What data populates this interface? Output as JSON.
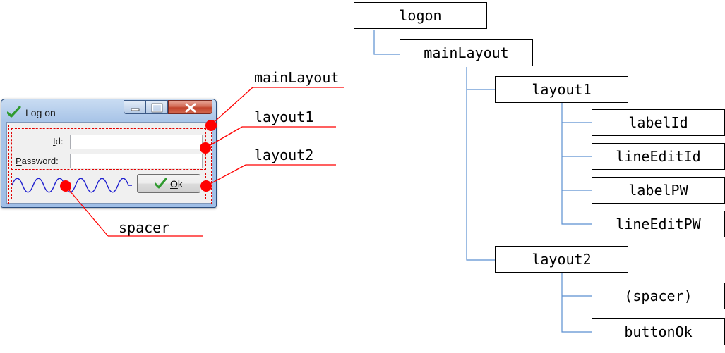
{
  "window": {
    "title": "Log on",
    "label_id": "Id:",
    "label_id_underline": "I",
    "label_id_rest": "d:",
    "label_pw": "Password:",
    "label_pw_underline": "P",
    "label_pw_rest": "assword:",
    "ok_label": "Ok",
    "ok_underline": "O",
    "ok_rest": "k"
  },
  "annotations": {
    "mainLayout": "mainLayout",
    "layout1": "layout1",
    "layout2": "layout2",
    "spacer": "spacer"
  },
  "tree": {
    "logon": "logon",
    "mainLayout": "mainLayout",
    "layout1": "layout1",
    "labelId": "labelId",
    "lineEditId": "lineEditId",
    "labelPW": "labelPW",
    "lineEditPW": "lineEditPW",
    "layout2": "layout2",
    "spacer": "(spacer)",
    "buttonOk": "buttonOk"
  },
  "colors": {
    "annotation": "#ff0000",
    "connector": "#5b8fd0",
    "spring": "#1f1fcf",
    "check": "#2f9a2f"
  },
  "icons": [
    "check-icon",
    "minimize-icon",
    "maximize-icon",
    "close-icon"
  ]
}
